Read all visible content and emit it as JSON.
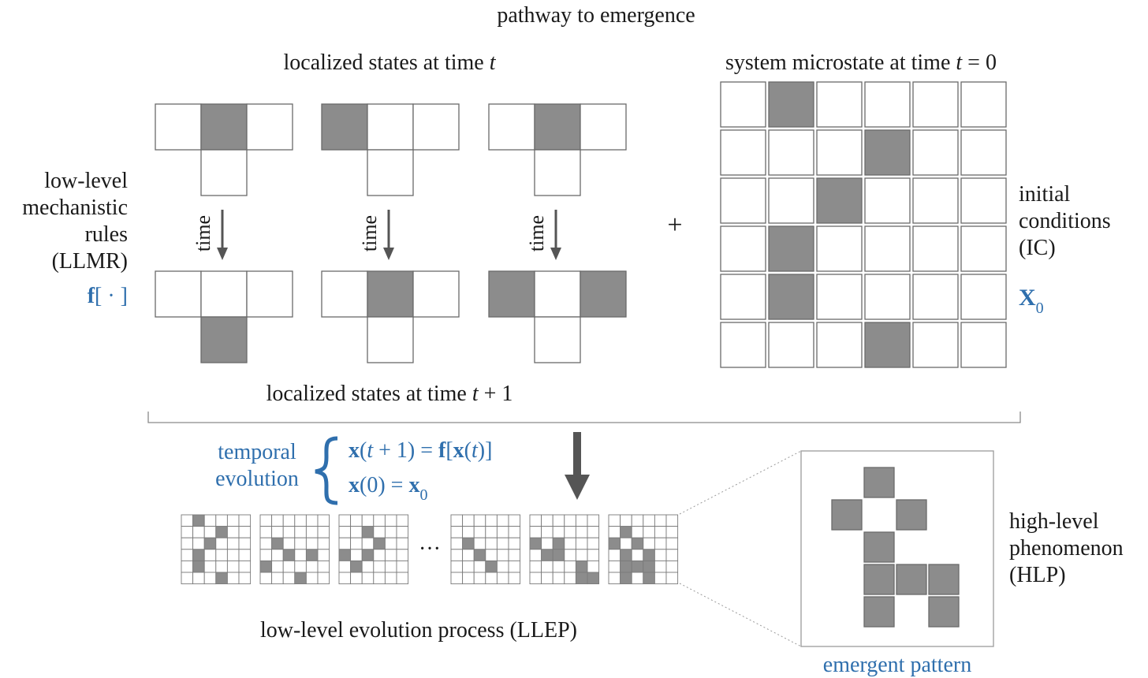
{
  "title": "pathway to emergence",
  "llmr": {
    "header_top": "localized states at time",
    "header_top_var": "t",
    "header_bottom": "localized states at time",
    "header_bottom_var": "t",
    "header_bottom_suffix": "+ 1",
    "label_lines": [
      "low-level",
      "mechanistic",
      "rules",
      "(LLMR)"
    ],
    "func_bold": "f",
    "func_rest": "[ · ]",
    "time_label": "time",
    "rules": [
      {
        "before": [
          0,
          1,
          0,
          0
        ],
        "after": [
          0,
          0,
          0,
          1
        ]
      },
      {
        "before": [
          1,
          0,
          0,
          0
        ],
        "after": [
          0,
          1,
          0,
          0
        ]
      },
      {
        "before": [
          0,
          1,
          0,
          0
        ],
        "after": [
          1,
          0,
          1,
          0
        ]
      }
    ]
  },
  "plus": "+",
  "ic": {
    "header": "system microstate at time",
    "header_var": "t",
    "header_suffix": "= 0",
    "label_lines": [
      "initial",
      "conditions",
      "(IC)"
    ],
    "symbol": "X",
    "symbol_sub": "0",
    "grid": [
      [
        0,
        1,
        0,
        0,
        0,
        0
      ],
      [
        0,
        0,
        0,
        1,
        0,
        0
      ],
      [
        0,
        0,
        1,
        0,
        0,
        0
      ],
      [
        0,
        1,
        0,
        0,
        0,
        0
      ],
      [
        0,
        1,
        0,
        0,
        0,
        0
      ],
      [
        0,
        0,
        0,
        1,
        0,
        0
      ]
    ]
  },
  "temporal": {
    "label_lines": [
      "temporal",
      "evolution"
    ],
    "eq1_b1": "x",
    "eq1_p1": "(",
    "eq1_i1": "t",
    "eq1_p2": " + 1) = ",
    "eq1_b2": "f",
    "eq1_p3": "[",
    "eq1_b3": "x",
    "eq1_p4": "(",
    "eq1_i2": "t",
    "eq1_p5": ")]",
    "eq2_b1": "x",
    "eq2_p1": "(0) = ",
    "eq2_b2": "x",
    "eq2_sub": "0"
  },
  "llep": {
    "label": "low-level evolution process (LLEP)",
    "ellipsis": "···",
    "frames": [
      [
        [
          0,
          1,
          0,
          0,
          0,
          0
        ],
        [
          0,
          0,
          0,
          1,
          0,
          0
        ],
        [
          0,
          0,
          1,
          0,
          0,
          0
        ],
        [
          0,
          1,
          0,
          0,
          0,
          0
        ],
        [
          0,
          1,
          0,
          0,
          0,
          0
        ],
        [
          0,
          0,
          0,
          1,
          0,
          0
        ]
      ],
      [
        [
          0,
          0,
          0,
          0,
          0,
          0
        ],
        [
          0,
          0,
          0,
          0,
          0,
          0
        ],
        [
          0,
          1,
          0,
          0,
          0,
          0
        ],
        [
          0,
          0,
          1,
          0,
          1,
          0
        ],
        [
          1,
          0,
          0,
          0,
          0,
          0
        ],
        [
          0,
          0,
          0,
          1,
          0,
          0
        ]
      ],
      [
        [
          0,
          0,
          0,
          0,
          0,
          0
        ],
        [
          0,
          0,
          1,
          0,
          0,
          0
        ],
        [
          0,
          0,
          0,
          1,
          0,
          0
        ],
        [
          1,
          0,
          1,
          0,
          0,
          0
        ],
        [
          0,
          1,
          0,
          0,
          0,
          0
        ],
        [
          0,
          0,
          0,
          0,
          0,
          0
        ]
      ],
      [
        [
          0,
          0,
          0,
          0,
          0,
          0
        ],
        [
          0,
          0,
          0,
          0,
          0,
          0
        ],
        [
          0,
          1,
          0,
          0,
          0,
          0
        ],
        [
          0,
          0,
          1,
          0,
          0,
          0
        ],
        [
          0,
          0,
          0,
          1,
          0,
          0
        ],
        [
          0,
          0,
          0,
          0,
          0,
          0
        ]
      ],
      [
        [
          0,
          0,
          0,
          0,
          0,
          0
        ],
        [
          0,
          0,
          0,
          0,
          0,
          0
        ],
        [
          1,
          0,
          1,
          0,
          0,
          0
        ],
        [
          0,
          1,
          1,
          0,
          0,
          0
        ],
        [
          0,
          0,
          0,
          0,
          1,
          0
        ],
        [
          0,
          0,
          0,
          0,
          1,
          1
        ]
      ],
      [
        [
          0,
          0,
          0,
          0,
          0,
          0
        ],
        [
          0,
          1,
          0,
          0,
          0,
          0
        ],
        [
          1,
          0,
          1,
          0,
          0,
          0
        ],
        [
          0,
          1,
          0,
          1,
          0,
          0
        ],
        [
          0,
          1,
          1,
          1,
          0,
          0
        ],
        [
          0,
          1,
          0,
          1,
          0,
          0
        ]
      ]
    ]
  },
  "emergent": {
    "caption": "emergent pattern",
    "pattern": [
      [
        0,
        1,
        0
      ],
      [
        1,
        0,
        1
      ],
      [
        0,
        1,
        0
      ],
      [
        0,
        1,
        1,
        1
      ],
      [
        0,
        1,
        0,
        1
      ]
    ]
  },
  "hlp": {
    "label_lines": [
      "high-level",
      "phenomenon",
      "(HLP)"
    ]
  },
  "colors": {
    "blue": "#2f6fad",
    "gray_fill": "#8c8c8c",
    "cell_border": "#6a6a6a"
  }
}
